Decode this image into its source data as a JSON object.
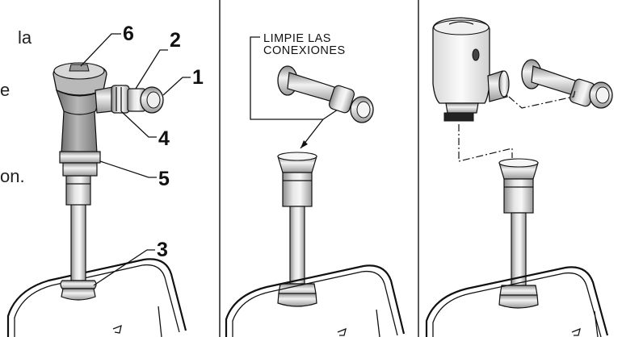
{
  "panel_left": {
    "clipped_text": [
      "la",
      "e",
      "on."
    ],
    "part_labels": [
      "6",
      "2",
      "1",
      "4",
      "5",
      "3"
    ]
  },
  "panel_middle": {
    "callout": [
      "LIMPIE LAS",
      "CONEXIONES"
    ]
  },
  "icons": [
    "flush-valve-icon",
    "wall-supply-pipe-icon",
    "vacuum-breaker-tube-icon",
    "urinal-fixture-icon",
    "electronic-sensor-valve-icon"
  ]
}
